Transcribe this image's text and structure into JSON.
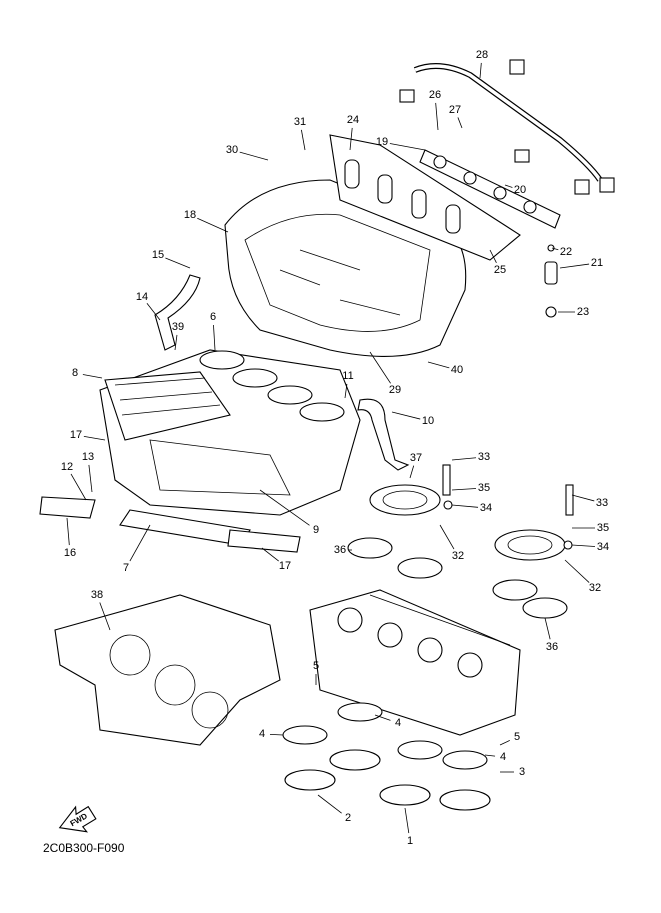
{
  "diagram": {
    "reference_code": "2C0B300-F090",
    "direction_arrow": "FWD",
    "callouts": [
      "28",
      "26",
      "27",
      "24",
      "31",
      "19",
      "30",
      "20",
      "18",
      "22",
      "21",
      "15",
      "14",
      "25",
      "39",
      "6",
      "23",
      "40",
      "8",
      "11",
      "29",
      "10",
      "17",
      "12",
      "13",
      "37",
      "33",
      "35",
      "34",
      "9",
      "33",
      "35",
      "34",
      "16",
      "7",
      "17",
      "36",
      "32",
      "32",
      "36",
      "38",
      "5",
      "4",
      "4",
      "5",
      "4",
      "3",
      "2",
      "1"
    ]
  }
}
